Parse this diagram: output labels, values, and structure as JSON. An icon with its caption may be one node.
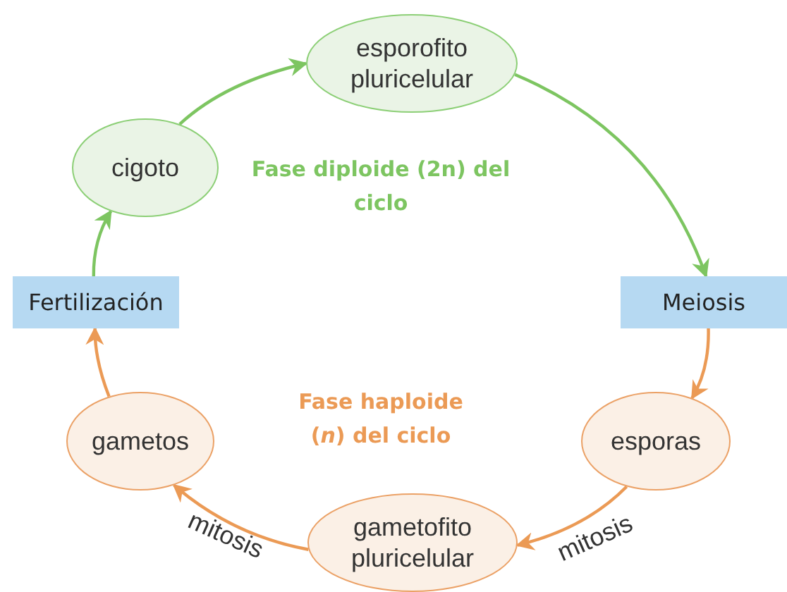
{
  "diagram": {
    "nodes": [
      {
        "text": [
          "esporofito pluricelular"
        ]
      },
      {
        "text": [
          "Meiosis"
        ]
      },
      {
        "text": [
          "esporas"
        ]
      },
      {
        "text": [
          "gametofito pluricelular"
        ]
      },
      {
        "text": [
          "gametos"
        ]
      },
      {
        "text": [
          "Fertilización"
        ]
      },
      {
        "text": [
          "cigoto"
        ]
      }
    ],
    "edges": [
      {
        "from": 6,
        "to": 0,
        "arrow": "to",
        "color": "#7dc561"
      },
      {
        "from": 0,
        "to": 1,
        "arrow": "to",
        "color": "#7dc561"
      },
      {
        "from": 1,
        "to": 2,
        "arrow": "to"
      },
      {
        "from": 2,
        "to": 3,
        "arrow": "to",
        "label": "mitosis"
      },
      {
        "from": 3,
        "to": 4,
        "arrow": "to",
        "label": "mitosis"
      },
      {
        "from": 4,
        "to": 5,
        "arrow": "to"
      },
      {
        "from": 5,
        "to": 6,
        "arrow": "to",
        "color": "#7dc561"
      }
    ],
    "labels": [
      "Fase diploide (2n) del ciclo",
      "Fase haploide (*n*) del ciclo"
    ]
  }
}
